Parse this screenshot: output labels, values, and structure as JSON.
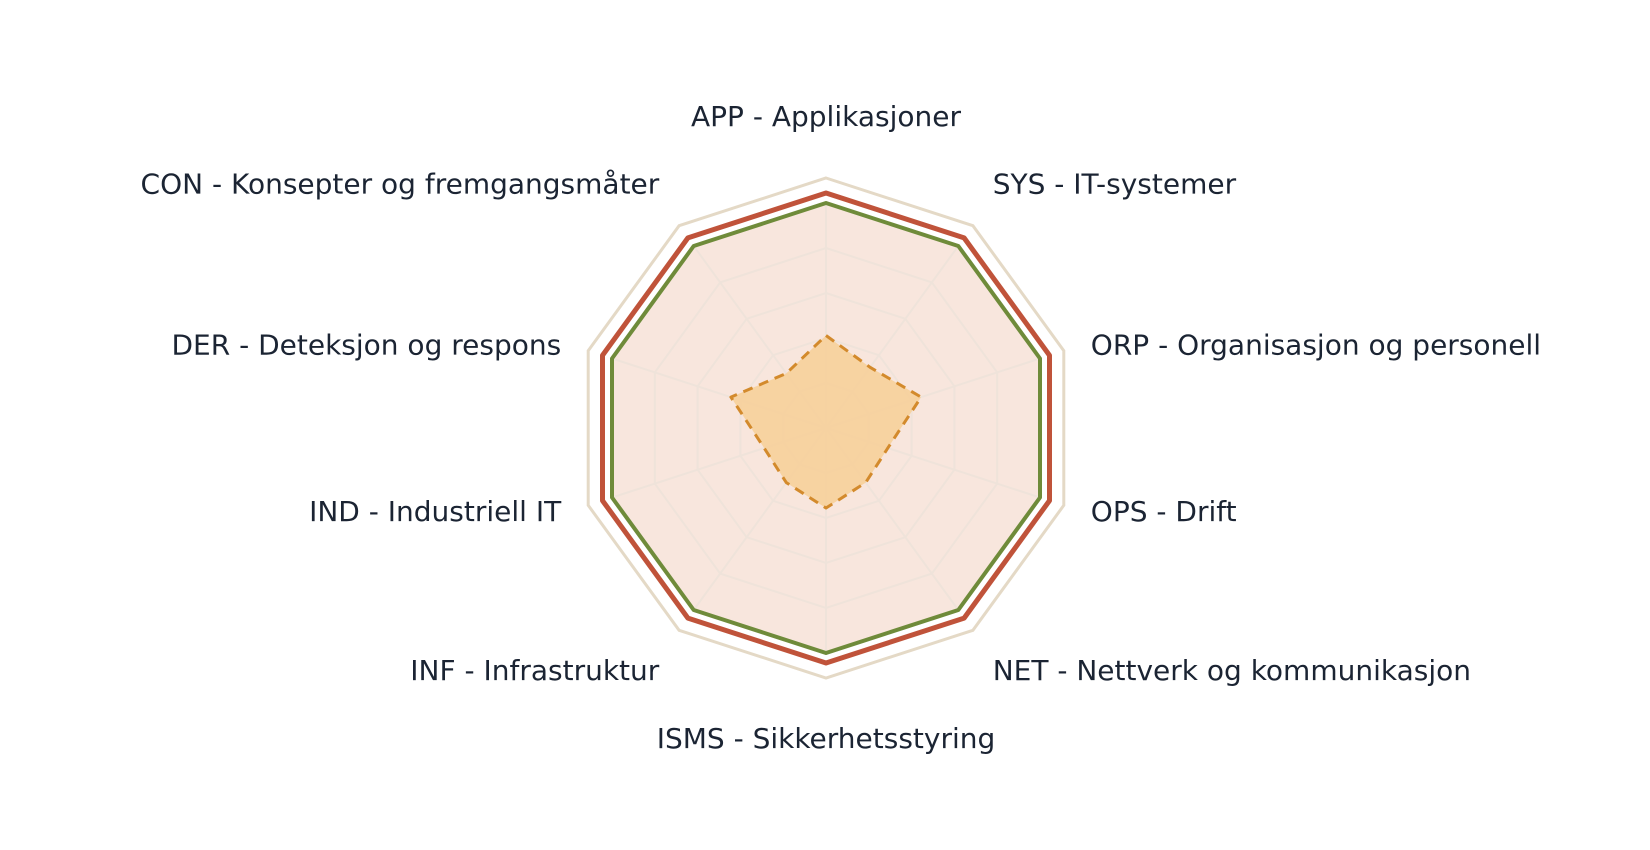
{
  "colors": {
    "grid": "#efe3da",
    "outer_ring": "#e4d9c6",
    "fill_area": "#f8e6dd",
    "series_red": "#c0533a",
    "series_green": "#6f8b3a",
    "series_dashed_stroke": "#d38a2c",
    "series_dashed_fill": "#f7cf97"
  },
  "chart_data": {
    "type": "radar",
    "axes": [
      "APP - Applikasjoner",
      "SYS - IT-systemer",
      "ORP - Organisasjon og personell",
      "OPS - Drift",
      "NET - Nettverk og kommunikasjon",
      "ISMS - Sikkerhetsstyring",
      "INF - Infrastruktur",
      "IND - Industriell IT",
      "DER - Deteksjon og respons",
      "CON - Konsepter og fremgangsmåter"
    ],
    "range": [
      0,
      100
    ],
    "levels": 5,
    "series": [
      {
        "values": [
          100,
          100,
          100,
          100,
          100,
          100,
          100,
          100,
          100,
          100
        ],
        "style": "outer-ring",
        "color": "#e4d9c6"
      },
      {
        "values": [
          94,
          94,
          94,
          94,
          94,
          94,
          94,
          94,
          94,
          94
        ],
        "style": "solid",
        "color": "#c0533a"
      },
      {
        "values": [
          90,
          90,
          90,
          90,
          90,
          90,
          90,
          90,
          90,
          90
        ],
        "style": "solid",
        "color": "#6f8b3a"
      },
      {
        "values": [
          37,
          30,
          40,
          26,
          27,
          32,
          27,
          26,
          40,
          27
        ],
        "style": "dashed",
        "color": "#d38a2c"
      }
    ],
    "grid": true,
    "legend": "none"
  }
}
